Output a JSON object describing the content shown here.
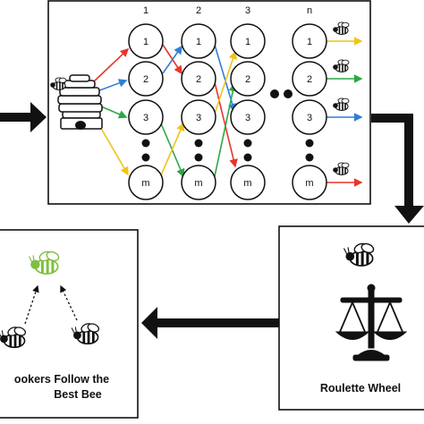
{
  "diagram": {
    "column_headers": [
      "1",
      "2",
      "3",
      "n"
    ],
    "column_ellipsis": "●●",
    "node_labels": [
      "1",
      "2",
      "3",
      "m"
    ],
    "right_panel": {
      "label": "Roulette Wheel"
    },
    "left_panel": {
      "label_line1": "ookers Follow the",
      "label_line2": "Best Bee"
    },
    "colors": {
      "red": "#e8352c",
      "blue": "#2f7fd6",
      "green": "#2aa845",
      "yellow": "#f0c419",
      "leader_bee": "#7fbf3f"
    },
    "icons": [
      "beehive-icon",
      "bee-icon",
      "balance-scale-icon",
      "arrow-icon"
    ]
  }
}
